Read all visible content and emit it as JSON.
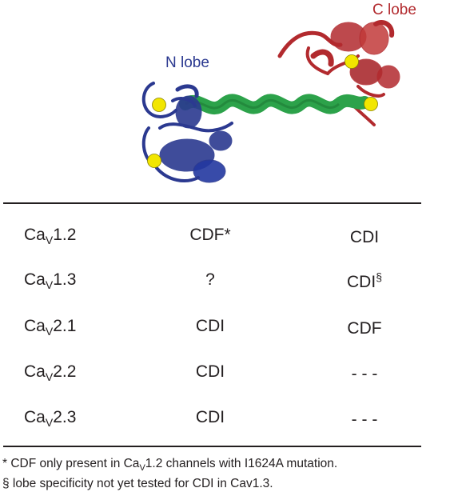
{
  "figure": {
    "n_lobe_label": "N lobe",
    "c_lobe_label": "C lobe",
    "colors": {
      "n_lobe": "#2b3990",
      "linker_helix": "#2ca24a",
      "c_lobe": "#b22a2e",
      "calcium_ion": "#f2e600"
    }
  },
  "table": {
    "rows": [
      {
        "prefix": "Ca",
        "sub": "V",
        "suffix": "1.2",
        "col2": "CDF*",
        "col3": "CDI",
        "col3_mark": ""
      },
      {
        "prefix": "Ca",
        "sub": "V",
        "suffix": "1.3",
        "col2": "?",
        "col3": "CDI",
        "col3_mark": "§"
      },
      {
        "prefix": "Ca",
        "sub": "V",
        "suffix": "2.1",
        "col2": "CDI",
        "col3": "CDF",
        "col3_mark": ""
      },
      {
        "prefix": "Ca",
        "sub": "V",
        "suffix": "2.2",
        "col2": "CDI",
        "col3": "- - -",
        "col3_mark": ""
      },
      {
        "prefix": "Ca",
        "sub": "V",
        "suffix": "2.3",
        "col2": "CDI",
        "col3": "- - -",
        "col3_mark": ""
      }
    ]
  },
  "footnotes": {
    "note1_before": "* CDF only present in Ca",
    "note1_sub": "V",
    "note1_after": "1.2 channels with I1624A mutation.",
    "note2": "§ lobe specificity not yet tested for CDI in Cav1.3."
  }
}
